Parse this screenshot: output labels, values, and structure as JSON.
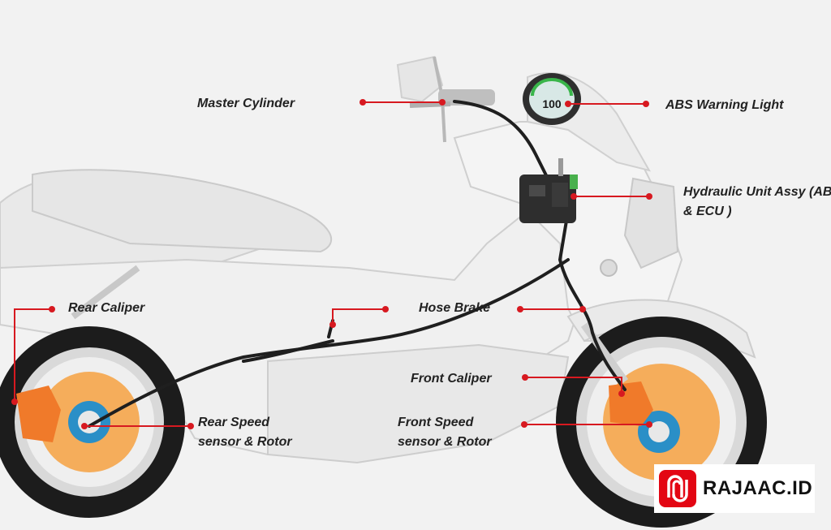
{
  "labels": {
    "master_cylinder": "Master Cylinder",
    "abs_warning_light": "ABS Warning Light",
    "hydraulic_unit_line1": "Hydraulic Unit Assy (AB",
    "hydraulic_unit_line2": "& ECU )",
    "rear_caliper": "Rear Caliper",
    "hose_brake": "Hose Brake",
    "front_caliper": "Front Caliper",
    "rear_speed_line1": "Rear  Speed",
    "rear_speed_line2": "sensor & Rotor",
    "front_speed_line1": "Front Speed",
    "front_speed_line2": "sensor & Rotor"
  },
  "meter": {
    "reading": "100"
  },
  "brand": {
    "name": "RAJAAC.ID"
  },
  "colors": {
    "leader": "#d71920",
    "body": "#ffffff",
    "tire": "#1c1c1c",
    "disc": "#f5a54a",
    "hub": "#2a8fc7",
    "unit": "#2e2e2e",
    "logo": "#e30613"
  }
}
